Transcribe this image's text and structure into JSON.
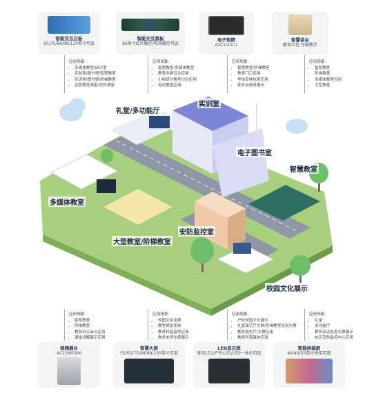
{
  "top_products": [
    {
      "name": "智能交互白板",
      "spec": "65/75/86/98/110英寸可选",
      "scenes": [
        "多媒体教室/研讨室",
        "实验室/图书馆/智慧教室",
        "实训室/图书馆/阶梯教室",
        "远程教育课堂/双师课堂"
      ]
    },
    {
      "name": "智能交互黑板",
      "spec": "86英寸红外触控/电容触控可选",
      "scenes": [
        "智慧教室/多媒体教室",
        "教室多屏互动应用",
        "小组研讨教室讨论应用",
        "培训教室应用"
      ]
    },
    {
      "name": "电子班牌",
      "spec": "22C1/22C2",
      "scenes": [
        "智慧教室/阶梯教室",
        "教室门口应用",
        "考场安排信息应用",
        "家长会信息展示"
      ]
    },
    {
      "name": "智慧讲台",
      "spec": "教育中控 可触教学",
      "scenes": [
        "智慧教室",
        "阶梯教室",
        "多媒体教室应用",
        "大型教室"
      ]
    }
  ],
  "bottom_products": [
    {
      "name": "视频展台",
      "spec": "AC21ME/8M",
      "scenes": [
        "智慧教室",
        "阶梯教室",
        "教务办公会议应用",
        "课堂讲解展示应用"
      ]
    },
    {
      "name": "智慧大屏",
      "spec": "55/65/75/86/98/100英寸可选",
      "scenes": [
        "校园文化走廊",
        "教室紧急发布",
        "教育科普基地应用",
        "教务老师信息展示"
      ]
    },
    {
      "name": "LED显示屏",
      "spec": "室内LED/户外LED/LED一体机可选",
      "scenes": [
        "户外校园文化展示",
        "礼堂演艺厅大屏/阶梯教室培训大屏",
        "教育报告厅/大屏应用",
        "教育科普基地应用"
      ]
    },
    {
      "name": "智能拼接屏",
      "spec": "46/49/55英寸拼接可选",
      "scenes": [
        "礼堂",
        "多功能厅",
        "教务会议信息大屏展示",
        "校区安防监控中心应用"
      ]
    }
  ],
  "scene_heading": "应用场景:",
  "zones": {
    "auditorium": "礼堂/多功能厅",
    "training": "实训室",
    "library": "电子图书室",
    "smart": "智慧教室",
    "multimedia": "多媒体教室",
    "large": "大型教室/阶梯教室",
    "security": "安防监控室",
    "culture": "校园文化展示"
  }
}
